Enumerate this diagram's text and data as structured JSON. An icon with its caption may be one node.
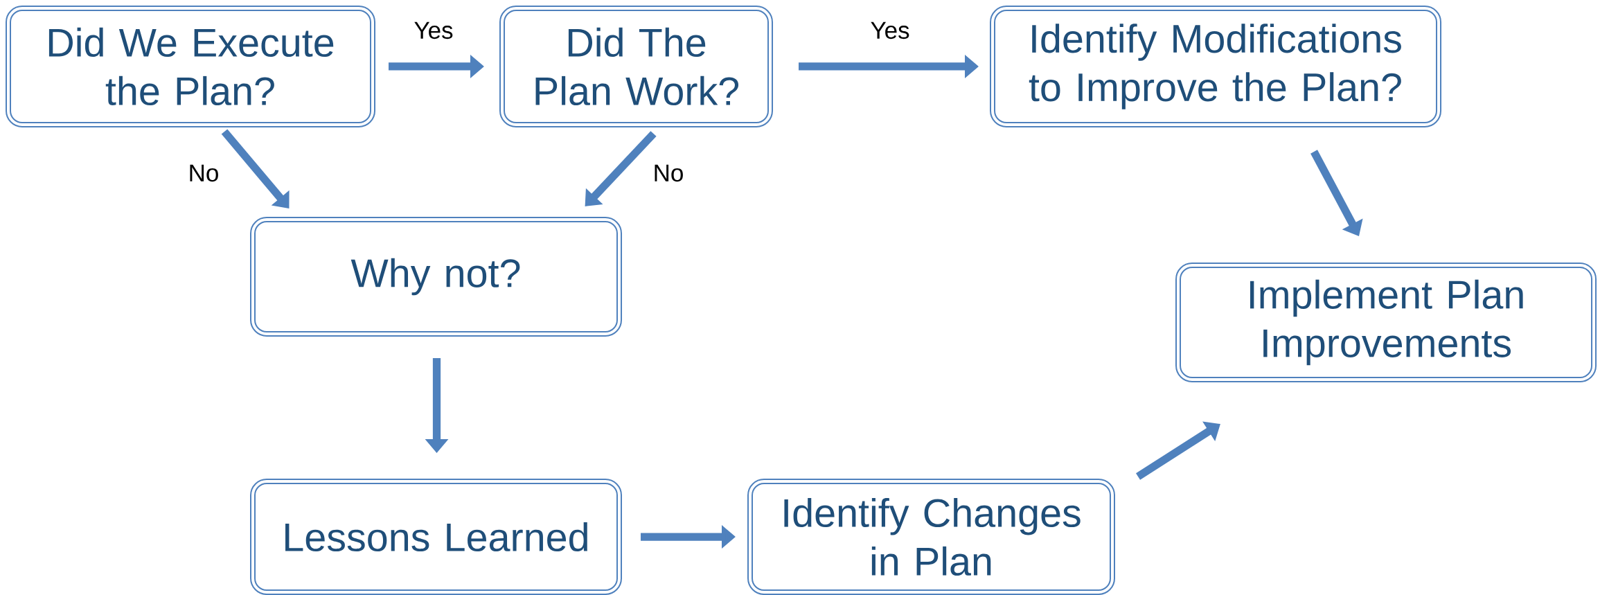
{
  "diagram": {
    "nodes": [
      {
        "text": [
          "Did We Execute the Plan?"
        ]
      },
      {
        "text": [
          "Did The Plan Work?"
        ]
      },
      {
        "text": [
          "Identify Modifications to Improve the Plan?"
        ]
      },
      {
        "text": [
          "Why not?"
        ]
      },
      {
        "text": [
          "Implement Plan Improvements"
        ]
      },
      {
        "text": [
          "Lessons Learned"
        ]
      },
      {
        "text": [
          "Identify Changes in Plan"
        ]
      }
    ],
    "edges": [
      {
        "from": 0,
        "to": 1,
        "arrow": "to",
        "label": "Yes"
      },
      {
        "from": 1,
        "to": 2,
        "arrow": "to",
        "label": "Yes"
      },
      {
        "from": 0,
        "to": 3,
        "arrow": "to",
        "label": "No"
      },
      {
        "from": 1,
        "to": 3,
        "arrow": "to",
        "label": "No"
      },
      {
        "from": 2,
        "to": 4,
        "arrow": "to"
      },
      {
        "from": 3,
        "to": 5,
        "arrow": "to"
      },
      {
        "from": 5,
        "to": 6,
        "arrow": "to"
      },
      {
        "from": 6,
        "to": 4,
        "arrow": "to"
      }
    ]
  }
}
